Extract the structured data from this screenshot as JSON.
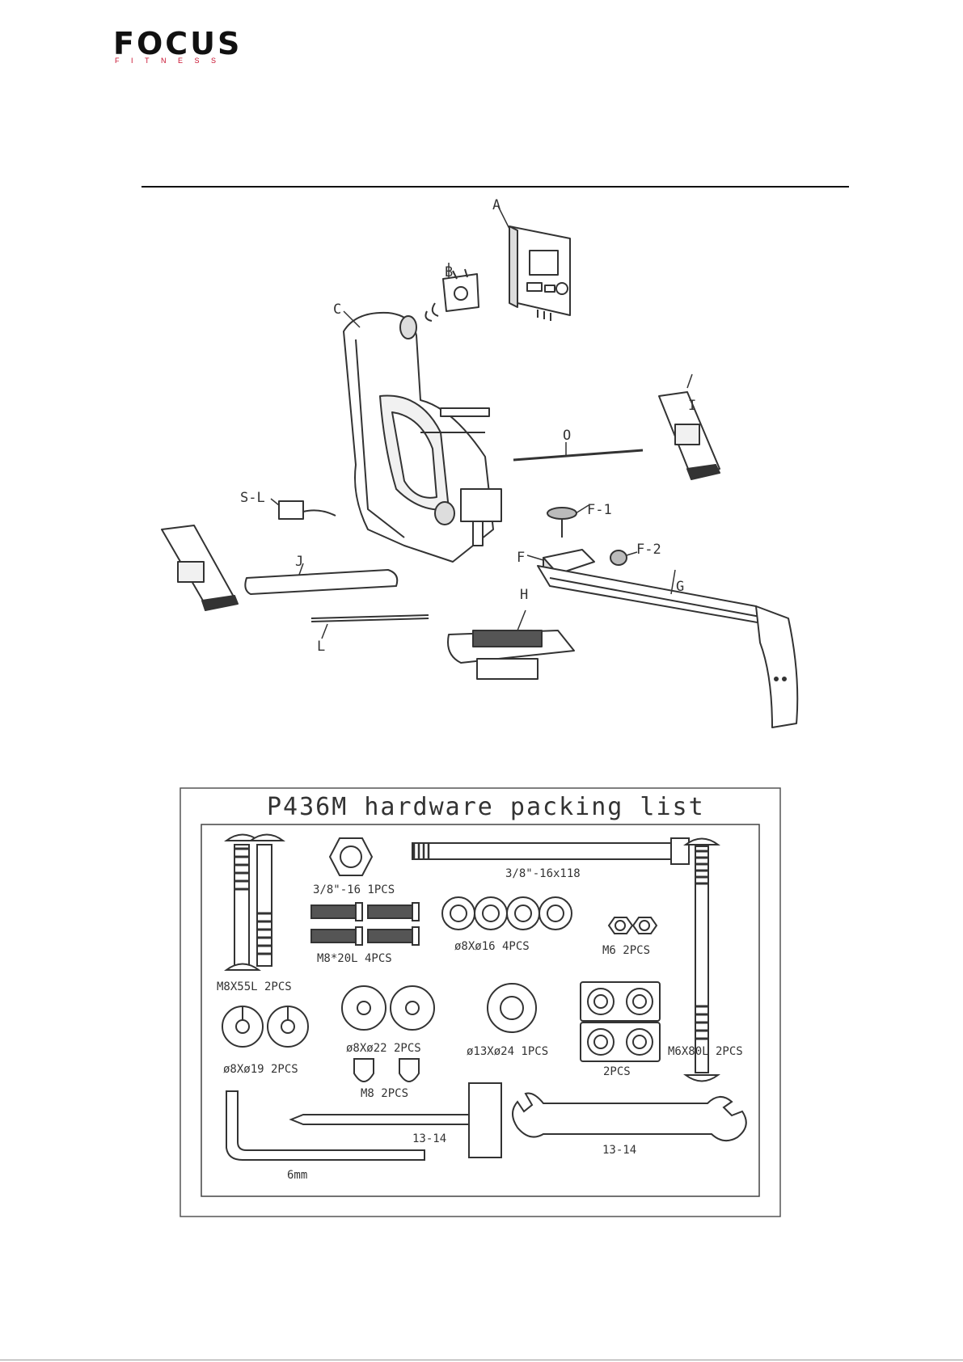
{
  "logo": {
    "word": "FOCUS",
    "sub": "FITNESS"
  },
  "parts": [
    "A",
    "B",
    "C",
    "I",
    "O",
    "S-L",
    "F-1",
    "F-2",
    "F",
    "J",
    "G",
    "L",
    "H"
  ],
  "packing_list": {
    "title": "P436M hardware packing list",
    "items": [
      "3/8\"-16 1PCS",
      "3/8\"-16x118",
      "M8*20L 4PCS",
      "ø8Xø16 4PCS",
      "M6 2PCS",
      "M8X55L 2PCS",
      "ø8Xø22 2PCS",
      "ø13Xø24 1PCS",
      "M6X80L 2PCS",
      "ø8Xø19 2PCS",
      "M8 2PCS",
      "2PCS",
      "13-14",
      "13-14",
      "6mm"
    ]
  }
}
